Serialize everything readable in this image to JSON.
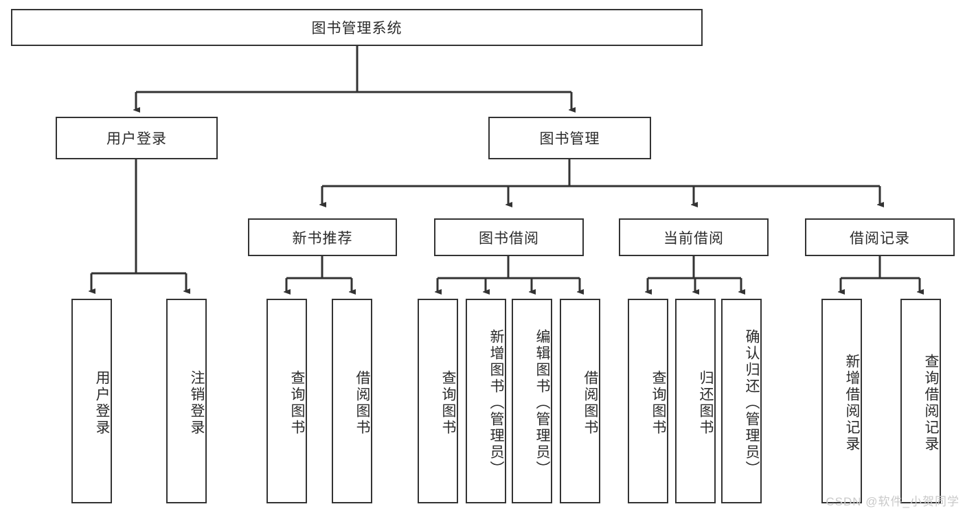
{
  "diagram": {
    "type": "tree",
    "title_node": {
      "label": "图书管理系统"
    },
    "level1": [
      {
        "label": "用户登录"
      },
      {
        "label": "图书管理"
      }
    ],
    "level2": [
      {
        "label": "新书推荐"
      },
      {
        "label": "图书借阅"
      },
      {
        "label": "当前借阅"
      },
      {
        "label": "借阅记录"
      }
    ],
    "leaves": {
      "user_login": [
        {
          "label": "用户登录"
        },
        {
          "label": "注销登录"
        }
      ],
      "new_book_recommend": [
        {
          "label": "查询图书"
        },
        {
          "label": "借阅图书"
        }
      ],
      "book_borrow": [
        {
          "label": "查询图书"
        },
        {
          "label": "新增图书（管理员）"
        },
        {
          "label": "编辑图书（管理员）"
        },
        {
          "label": "借阅图书"
        }
      ],
      "current_borrow": [
        {
          "label": "查询图书"
        },
        {
          "label": "归还图书"
        },
        {
          "label": "确认归还（管理员）"
        }
      ],
      "borrow_record": [
        {
          "label": "新增借阅记录"
        },
        {
          "label": "查询借阅记录"
        }
      ]
    }
  },
  "watermark": {
    "text": "CSDN @软件_小贺同学"
  },
  "colors": {
    "line": "#333333",
    "box_border": "#333333",
    "box_fill": "#ffffff",
    "text": "#2b2b2b",
    "watermark": "#c9c9c9",
    "background": "#ffffff"
  }
}
